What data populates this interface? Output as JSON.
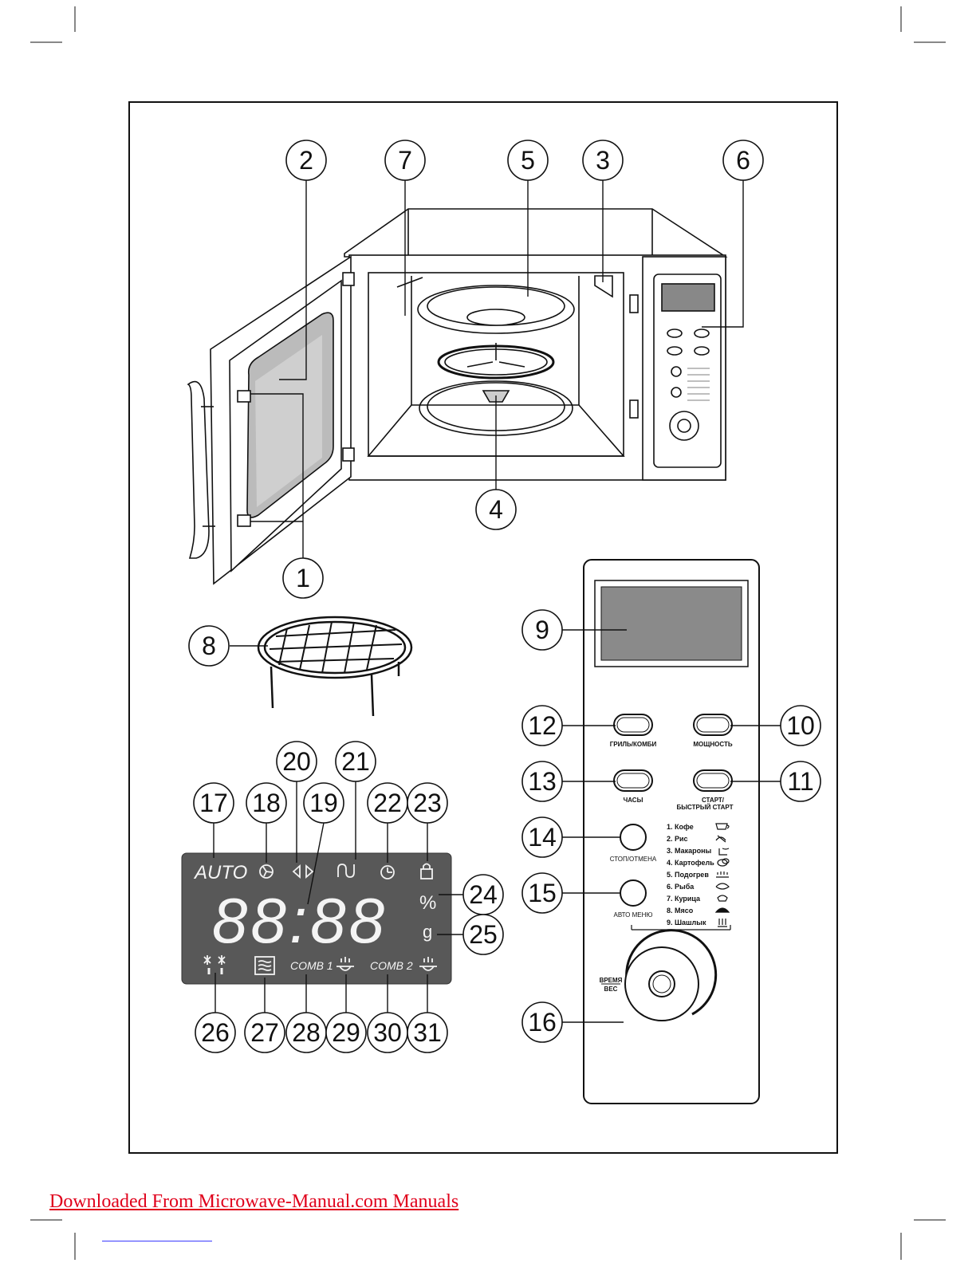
{
  "callouts": {
    "n1": "1",
    "n2": "2",
    "n3": "3",
    "n4": "4",
    "n5": "5",
    "n6": "6",
    "n7": "7",
    "n8": "8",
    "n9": "9",
    "n10": "10",
    "n11": "11",
    "n12": "12",
    "n13": "13",
    "n14": "14",
    "n15": "15",
    "n16": "16",
    "n17": "17",
    "n18": "18",
    "n19": "19",
    "n20": "20",
    "n21": "21",
    "n22": "22",
    "n23": "23",
    "n24": "24",
    "n25": "25",
    "n26": "26",
    "n27": "27",
    "n28": "28",
    "n29": "29",
    "n30": "30",
    "n31": "31"
  },
  "control_panel": {
    "grill_combi_label": "ГРИЛЬ/КОМБИ",
    "power_label": "МОЩНОСТЬ",
    "clock_label": "ЧАСЫ",
    "start_label_line1": "СТАРТ/",
    "start_label_line2": "БЫСТРЫЙ СТАРТ",
    "stop_label": "СТОП/ОТМЕНА",
    "auto_menu_label": "АВТО МЕНЮ",
    "dial_label_top": "ВРЕМЯ",
    "dial_label_bottom": "ВЕС",
    "auto_menu_items": [
      "1. Кофе",
      "2. Рис",
      "3. Макароны",
      "4. Картофель",
      "5. Подогрев",
      "6. Рыба",
      "7. Курица",
      "8. Мясо",
      "9. Шашлык"
    ]
  },
  "display": {
    "auto_text": "AUTO",
    "digits": "88:88",
    "percent": "%",
    "gram": "g",
    "comb1": "COMB 1",
    "comb2": "COMB 2"
  },
  "icons": {
    "fan": "fan-icon",
    "arrows": "turntable-arrows-icon",
    "grill": "grill-element-icon",
    "clock": "clock-icon",
    "lock": "child-lock-icon",
    "defrost": "defrost-icon",
    "microwave": "microwave-waves-icon",
    "steam1": "combi-steam-icon",
    "steam2": "combi-steam-icon"
  },
  "colors": {
    "lcd": "#585858",
    "line": "#111111",
    "footer_link": "#e0001b"
  },
  "footer": {
    "link_text": "Downloaded From Microwave-Manual.com Manuals"
  }
}
